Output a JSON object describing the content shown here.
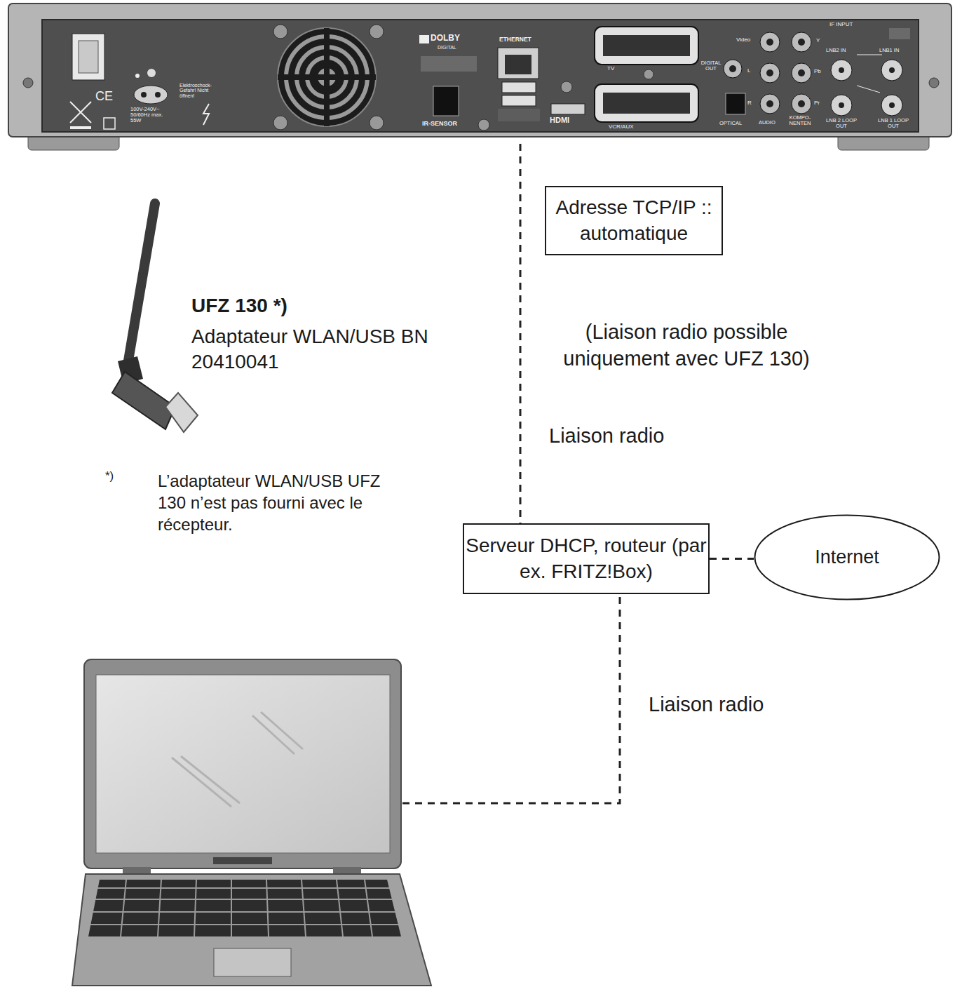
{
  "diagram": {
    "nodes": [
      {
        "text": [
          "CE",
          "100V-240V~ 50/60Hz max. 55W",
          "Elektroschock-Gefahr! Nicht öffnen!",
          "DOLBY",
          "DIGITAL",
          "IR-SENSOR",
          "ETHERNET",
          "HDMI",
          "TV",
          "VCR/AUX",
          "Video",
          "DIGITAL OUT",
          "OPTICAL",
          "L",
          "R",
          "AUDIO",
          "Y",
          "Pb",
          "Pr",
          "KOMPO-NENTEN",
          "IF INPUT",
          "LNB2 IN",
          "LNB1 IN",
          "LNB 2 LOOP OUT",
          "LNB 1 LOOP OUT"
        ]
      },
      {
        "text": [
          "Adresse TCP/IP :: automatique"
        ]
      },
      {
        "text": [
          "Serveur DHCP, routeur (par ex. FRITZ!Box)"
        ]
      },
      {
        "text": [
          "Internet"
        ]
      }
    ],
    "edges": [
      {
        "from": 0,
        "to": 2,
        "label": "Liaison radio",
        "arrow": "none"
      },
      {
        "from": 2,
        "to": 3,
        "arrow": "none"
      }
    ],
    "labels": [
      "UFZ 130 *)",
      "Adaptateur WLAN/USB BN 20410041",
      "*)",
      "L’adaptateur WLAN/USB UFZ 130 n’est pas fourni avec le récepteur.",
      "(Liaison radio possible uniquement avec UFZ 130)",
      "Liaison radio"
    ]
  }
}
